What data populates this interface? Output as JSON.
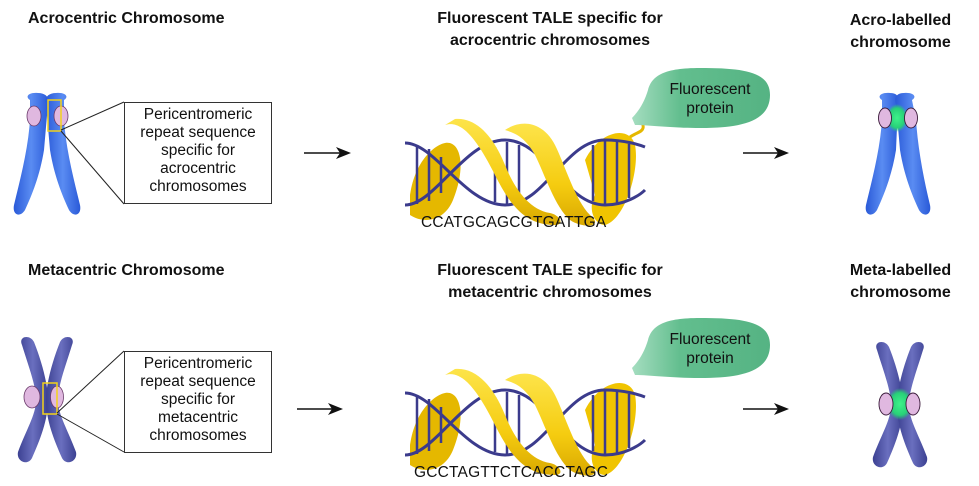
{
  "rows": [
    {
      "id": "acro",
      "source_heading": "Acrocentric Chromosome",
      "callout_lines": [
        "Pericentromeric",
        "repeat sequence",
        "specific for",
        "acrocentric",
        "chromosomes"
      ],
      "tale_heading_lines": [
        "Fluorescent TALE specific for",
        "acrocentric chromosomes"
      ],
      "protein_label_lines": [
        "Fluorescent",
        "protein"
      ],
      "dna_sequence": "CCATGCAGCGTGATTGA",
      "result_heading_lines": [
        "Acro-labelled",
        "chromosome"
      ],
      "chromosome_color": "#3a6fe0"
    },
    {
      "id": "meta",
      "source_heading": "Metacentric Chromosome",
      "callout_lines": [
        "Pericentromeric",
        "repeat sequence",
        "specific for",
        "metacentric",
        "chromosomes"
      ],
      "tale_heading_lines": [
        "Fluorescent TALE specific for",
        "metacentric chromosomes"
      ],
      "protein_label_lines": [
        "Fluorescent",
        "protein"
      ],
      "dna_sequence": "GCCTAGTTCTCACCTAGC",
      "result_heading_lines": [
        "Meta-labelled",
        "chromosome"
      ],
      "chromosome_color": "#4a4fa0"
    }
  ],
  "colors": {
    "centromere_pink": "#e0b8e0",
    "highlight_box": "#f2d21a",
    "fluorescent_green": "#2fd37a",
    "protein_green": "#5dbb8a",
    "tale_yellow": "#f6d21a",
    "dna_strand": "#3b3b8c"
  }
}
